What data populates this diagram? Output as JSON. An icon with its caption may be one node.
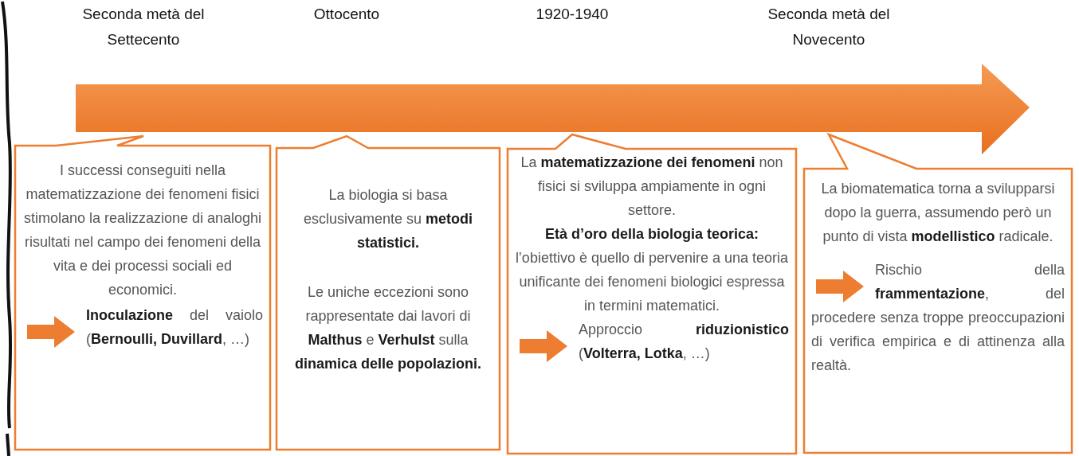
{
  "diagram": {
    "nodes": [
      {
        "text": [
          "I successi conseguiti nella matematizzazione dei fenomeni fisici stimolano la realizzazione di analoghi risultati nel campo dei fenomeni della vita e dei processi sociali ed economici.",
          "**Inoculazione** del vaiolo (**Bernoulli, Duvillard**, …)"
        ]
      },
      {
        "text": [
          "La biologia si basa esclusivamente su **metodi statistici.**",
          "Le uniche eccezioni sono rappresentate dai lavori di **Malthus** e **Verhulst** sulla **dinamica delle popolazioni.**"
        ]
      },
      {
        "text": [
          "La **matematizzazione dei fenomeni** non fisici si sviluppa ampiamente in ogni settore.",
          "**Età d’oro della biologia teorica:** l’obiettivo è quello di pervenire a una teoria unificante dei fenomeni biologici espressa in termini matematici.",
          "Approccio **riduzionistico** (**Volterra, Lotka**, …)"
        ]
      },
      {
        "text": [
          "La biomatematica torna a svilupparsi dopo la guerra, assumendo però un punto di vista **modellistico** radicale.",
          "Rischio della **frammentazione**, del procedere senza troppe preoccupazioni di verifica empirica e di attinenza alla realtà."
        ]
      }
    ],
    "labels": [
      "Seconda metà del Settecento",
      "Ottocento",
      "1920-1940",
      "Seconda metà del Novecento"
    ]
  }
}
